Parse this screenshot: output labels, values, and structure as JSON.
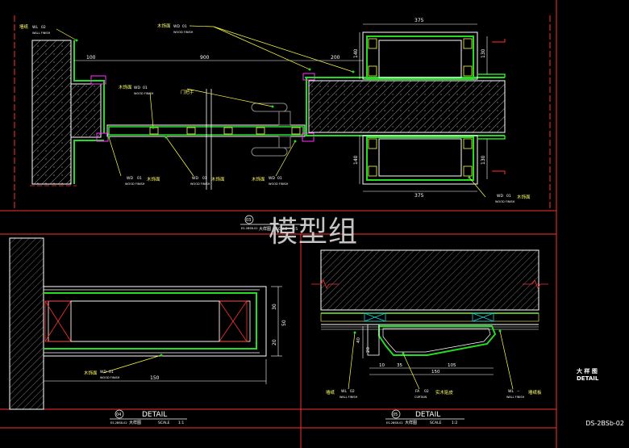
{
  "title_bar": {
    "detail_label": "DETAIL",
    "scale_word": "SCALE"
  },
  "views": {
    "top": {
      "number": "03",
      "sheet_ref": "ES-2BSB-02",
      "name": "大样图",
      "scale": "1:5",
      "dims": {
        "d100": "100",
        "d900": "900",
        "d200": "200",
        "d375_top": "375",
        "d375_bottom": "375",
        "d140_top": "140",
        "d140_bottom": "140",
        "d130_top": "130",
        "d130_bottom": "130"
      },
      "callouts": [
        {
          "name": "墙纸",
          "code": "WL",
          "num": "02",
          "finish": "WALL FINISH"
        },
        {
          "name": "木饰面",
          "code": "WD",
          "num": "01",
          "finish": "WOOD FINISH"
        },
        {
          "name": "木饰面",
          "code": "WD",
          "num": "01",
          "finish": "WOOD FINISH"
        },
        {
          "name": "门把手",
          "code": "",
          "num": "",
          "finish": ""
        },
        {
          "name": "木饰面",
          "code": "WD",
          "num": "01",
          "finish": "WOOD FINISH"
        },
        {
          "name": "木饰面",
          "code": "WD",
          "num": "01",
          "finish": "WOOD FINISH"
        },
        {
          "name": "木饰面",
          "code": "WD",
          "num": "01",
          "finish": "WOOD FINISH"
        },
        {
          "name": "木饰面",
          "code": "WD",
          "num": "01",
          "finish": "WOOD FINISH"
        }
      ]
    },
    "left": {
      "number": "04",
      "sheet_ref": "ES-2BSB-02",
      "name": "大样图",
      "scale": "1:1",
      "dims": {
        "d30": "30",
        "d50": "50",
        "d20": "20",
        "d150": "150"
      },
      "callout": {
        "name": "木饰面",
        "code": "WD",
        "num": "01",
        "finish": "WOOD FINISH"
      }
    },
    "right": {
      "number": "05",
      "sheet_ref": "ES-2BSB-02",
      "name": "大样图",
      "scale": "1:2",
      "dims": {
        "d10": "10",
        "d35": "35",
        "d105": "105",
        "d150": "150",
        "d40": "40",
        "d20": "20"
      },
      "callouts": [
        {
          "name": "墙纸",
          "code": "WL",
          "num": "02",
          "finish": "WALL FINISH"
        },
        {
          "name": "实木贴皮",
          "code": "FA",
          "num": "02",
          "finish": "CURTAIN"
        },
        {
          "name": "墙纸板",
          "code": "WL",
          "num": "--",
          "finish": "WALL FINISH"
        }
      ]
    }
  },
  "side_block": {
    "line1": "大 样 图",
    "line2": "DETAIL"
  },
  "sheet_number": "DS-2BSb-02",
  "watermark": "模型组",
  "colors": {
    "background": "#000000",
    "red": "#ff3030",
    "green": "#22dd22",
    "yellow": "#ffff44",
    "white": "#ffffff",
    "magenta": "#ff33ff",
    "cyan": "#22cccc",
    "hatch": "#9a9a9a"
  }
}
